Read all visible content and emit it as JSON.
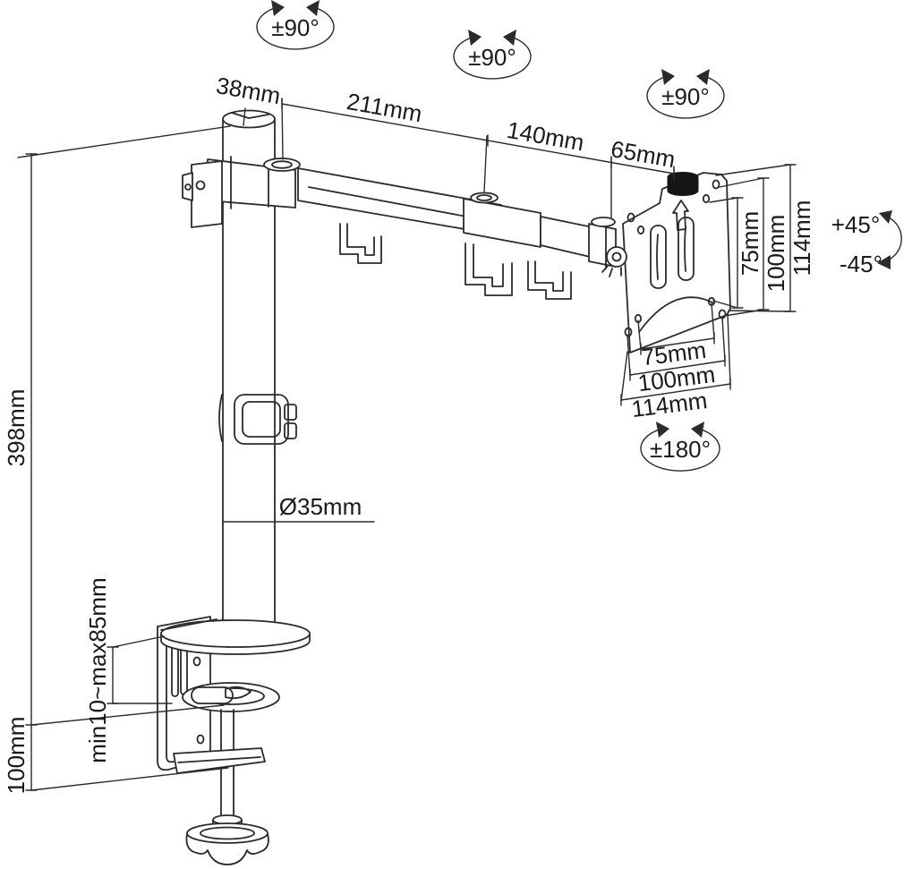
{
  "diagram": {
    "title": "monitor-desk-mount-arm-dimension-drawing",
    "colors": {
      "line": "#2b2b2b",
      "text": "#1a1a1a",
      "background": "#ffffff",
      "knob_fill": "#151515"
    },
    "rotation_labels": {
      "pole_swivel": "±90°",
      "elbow_swivel": "±90°",
      "head_swivel": "±90°",
      "screen_rotation": "±180°",
      "tilt_up": "+45°",
      "tilt_down": "-45°"
    },
    "dimension_labels": {
      "pole_cap_offset": "38mm",
      "arm_segment_front": "211mm",
      "arm_segment_rear": "140mm",
      "head_depth": "65mm",
      "vesa_vertical_75": "75mm",
      "vesa_vertical_100": "100mm",
      "vesa_vertical_114": "114mm",
      "vesa_horizontal_75": "75mm",
      "vesa_horizontal_100": "100mm",
      "vesa_horizontal_114": "114mm",
      "pole_height": "398mm",
      "pole_diameter": "Ø35mm",
      "clamp_range": "min10~max85mm",
      "clamp_height": "100mm"
    }
  }
}
